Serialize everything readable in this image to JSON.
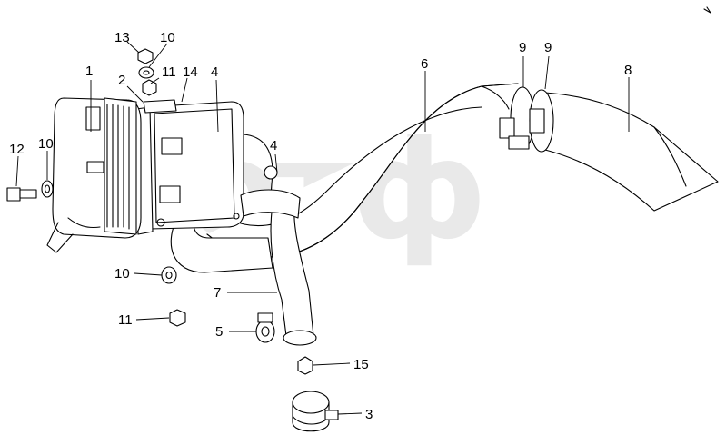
{
  "watermark": "отф",
  "callouts": [
    {
      "id": "c1",
      "text": "1"
    },
    {
      "id": "c2",
      "text": "2"
    },
    {
      "id": "c3",
      "text": "3"
    },
    {
      "id": "c4a",
      "text": "4"
    },
    {
      "id": "c4b",
      "text": "4"
    },
    {
      "id": "c5",
      "text": "5"
    },
    {
      "id": "c6",
      "text": "6"
    },
    {
      "id": "c7",
      "text": "7"
    },
    {
      "id": "c8",
      "text": "8"
    },
    {
      "id": "c9a",
      "text": "9"
    },
    {
      "id": "c9b",
      "text": "9"
    },
    {
      "id": "c10a",
      "text": "10"
    },
    {
      "id": "c10b",
      "text": "10"
    },
    {
      "id": "c10c",
      "text": "10"
    },
    {
      "id": "c11a",
      "text": "11"
    },
    {
      "id": "c11b",
      "text": "11"
    },
    {
      "id": "c12",
      "text": "12"
    },
    {
      "id": "c13",
      "text": "13"
    },
    {
      "id": "c14",
      "text": "14"
    },
    {
      "id": "c15",
      "text": "15"
    }
  ]
}
